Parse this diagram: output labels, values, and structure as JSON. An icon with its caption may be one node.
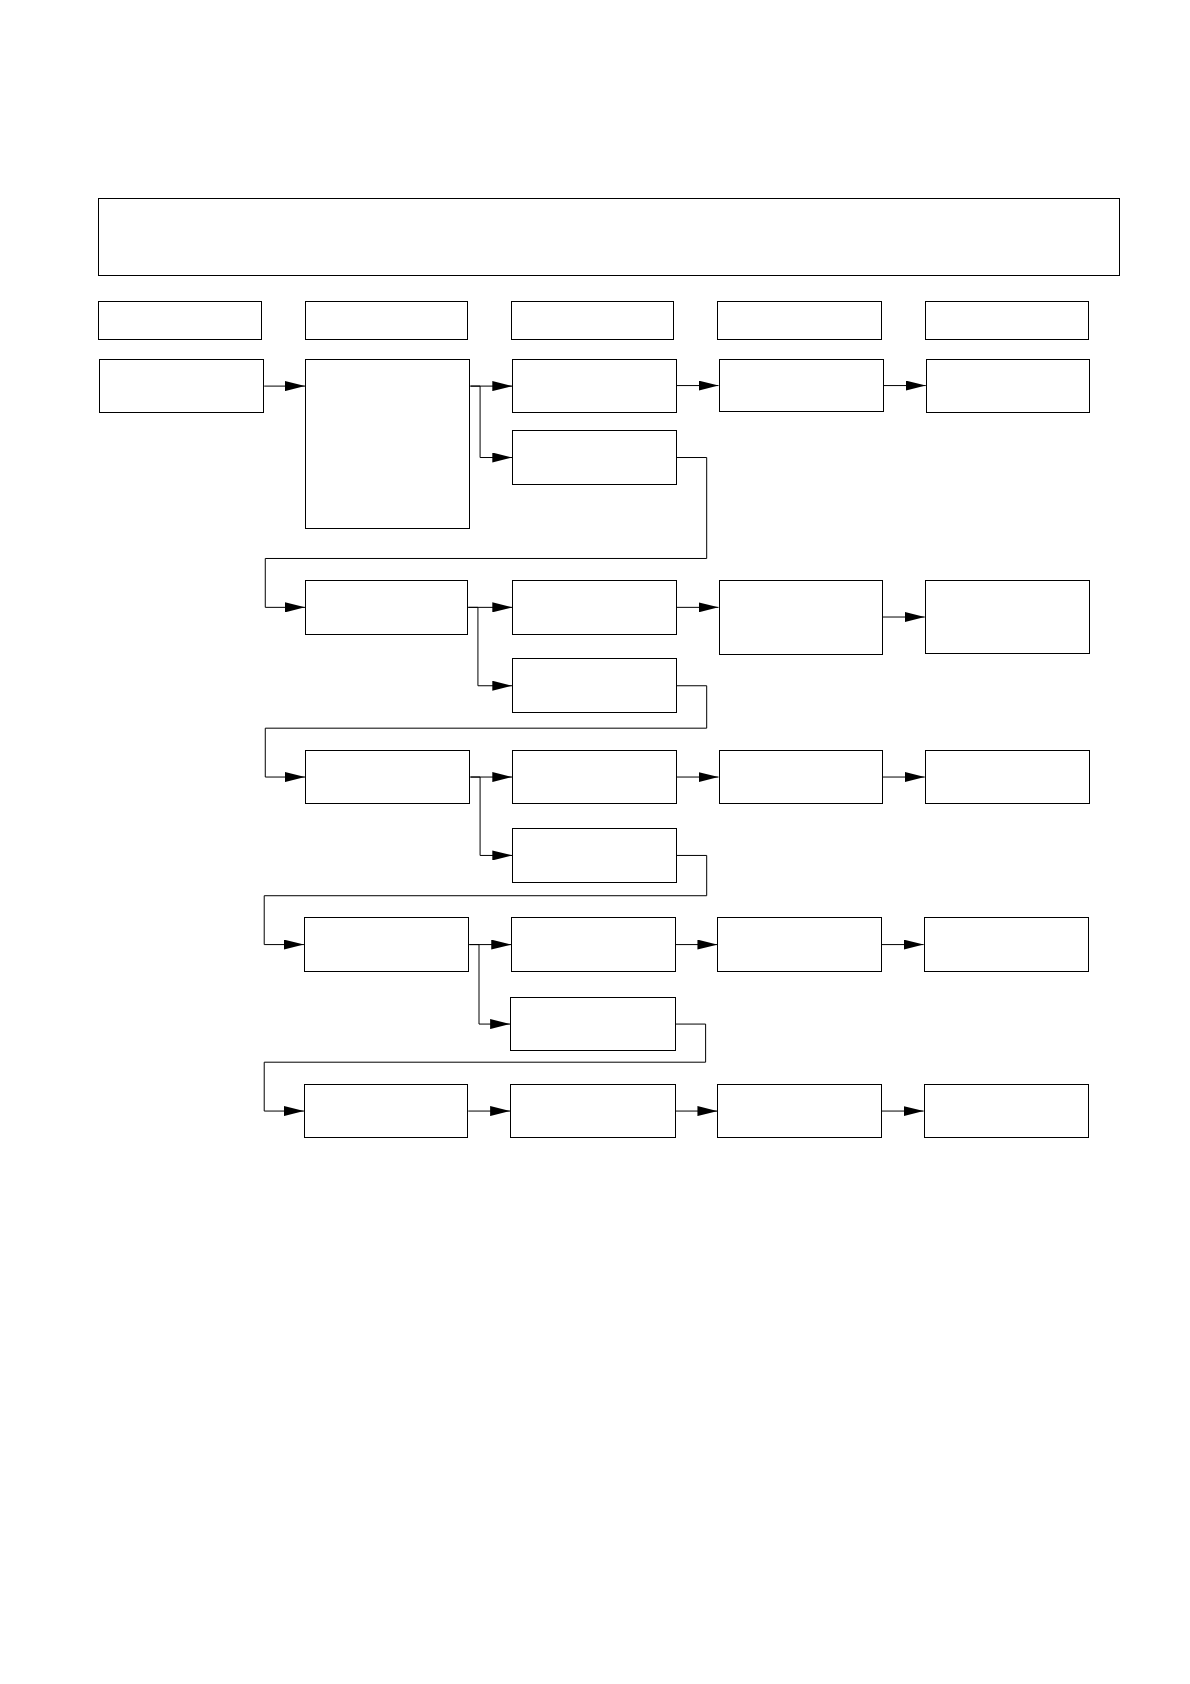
{
  "diagram": {
    "nodes": [
      {
        "text": [],
        "shape": "box"
      },
      {
        "text": [],
        "shape": "box"
      },
      {
        "text": [],
        "shape": "box"
      },
      {
        "text": [],
        "shape": "box"
      },
      {
        "text": [],
        "shape": "box"
      },
      {
        "text": [],
        "shape": "box"
      },
      {
        "text": [],
        "shape": "box"
      },
      {
        "text": [],
        "shape": "box"
      },
      {
        "text": [],
        "shape": "box"
      },
      {
        "text": [],
        "shape": "box"
      },
      {
        "text": [],
        "shape": "box"
      },
      {
        "text": [],
        "shape": "box"
      },
      {
        "text": [],
        "shape": "box"
      },
      {
        "text": [],
        "shape": "box"
      },
      {
        "text": [],
        "shape": "box"
      },
      {
        "text": [],
        "shape": "box"
      },
      {
        "text": [],
        "shape": "box"
      },
      {
        "text": [],
        "shape": "box"
      },
      {
        "text": [],
        "shape": "box"
      },
      {
        "text": [],
        "shape": "box"
      },
      {
        "text": [],
        "shape": "box"
      },
      {
        "text": [],
        "shape": "box"
      },
      {
        "text": [],
        "shape": "box"
      },
      {
        "text": [],
        "shape": "box"
      },
      {
        "text": [],
        "shape": "box"
      },
      {
        "text": [],
        "shape": "box"
      },
      {
        "text": [],
        "shape": "box"
      },
      {
        "text": [],
        "shape": "box"
      },
      {
        "text": [],
        "shape": "box"
      },
      {
        "text": [],
        "shape": "box"
      },
      {
        "text": [],
        "shape": "box"
      }
    ],
    "edges": [
      {
        "from": 6,
        "to": 7,
        "arrow": "to"
      },
      {
        "from": 7,
        "to": 8,
        "arrow": "to"
      },
      {
        "from": 7,
        "to": 11,
        "arrow": "to"
      },
      {
        "from": 8,
        "to": 9,
        "arrow": "to"
      },
      {
        "from": 9,
        "to": 10,
        "arrow": "to"
      },
      {
        "from": 11,
        "to": 12,
        "arrow": "to"
      },
      {
        "from": 12,
        "to": 13,
        "arrow": "to"
      },
      {
        "from": 12,
        "to": 16,
        "arrow": "to"
      },
      {
        "from": 13,
        "to": 14,
        "arrow": "to"
      },
      {
        "from": 14,
        "to": 15,
        "arrow": "to"
      },
      {
        "from": 16,
        "to": 17,
        "arrow": "to"
      },
      {
        "from": 17,
        "to": 18,
        "arrow": "to"
      },
      {
        "from": 17,
        "to": 21,
        "arrow": "to"
      },
      {
        "from": 18,
        "to": 19,
        "arrow": "to"
      },
      {
        "from": 19,
        "to": 20,
        "arrow": "to"
      },
      {
        "from": 21,
        "to": 22,
        "arrow": "to"
      },
      {
        "from": 22,
        "to": 23,
        "arrow": "to"
      },
      {
        "from": 22,
        "to": 26,
        "arrow": "to"
      },
      {
        "from": 23,
        "to": 24,
        "arrow": "to"
      },
      {
        "from": 24,
        "to": 25,
        "arrow": "to"
      },
      {
        "from": 26,
        "to": 27,
        "arrow": "to"
      },
      {
        "from": 27,
        "to": 28,
        "arrow": "to"
      },
      {
        "from": 28,
        "to": 29,
        "arrow": "to"
      },
      {
        "from": 29,
        "to": 30,
        "arrow": "to"
      }
    ]
  }
}
